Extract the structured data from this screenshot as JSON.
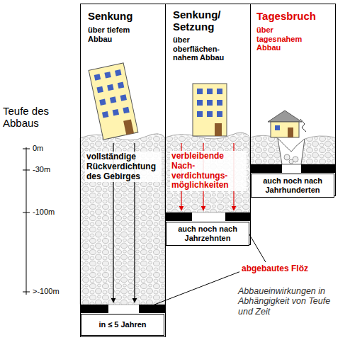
{
  "diagram": {
    "caption": "Abbaueinwirkungen in Abhängigkeit von Teufe und Zeit",
    "nodes": [
      {
        "text": [
          "Senkung",
          "über tiefem Abbau",
          "vollständige Rückverdichtung des Gebirges"
        ]
      },
      {
        "text": [
          "Senkung/ Setzung",
          "über oberflächen- nahem Abbau",
          "verbleibende Nach- verdichtungs- möglichkeiten"
        ]
      },
      {
        "text": [
          "Tagesbruch",
          "über tagesnahem Abbau"
        ]
      },
      {
        "text": [
          "in ≤ 5 Jahren"
        ],
        "in": 0
      },
      {
        "text": [
          "auch noch nach Jahrzehnten"
        ],
        "in": 1
      },
      {
        "text": [
          "auch noch nach Jahrhunderten"
        ],
        "in": 2
      }
    ],
    "labels": [
      "Teufe des Abbaus",
      "0m",
      "-30m",
      "-100m",
      ">-100m",
      "abgebautes Flöz"
    ]
  }
}
